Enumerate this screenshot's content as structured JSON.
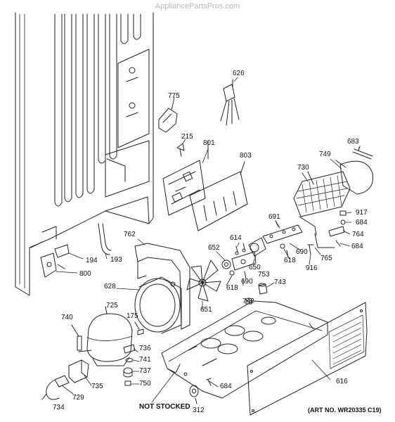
{
  "watermark": "AppliancePartsPros.com",
  "not_stocked": "NOT STOCKED",
  "art_number": "(ART NO. WR20335 C19)",
  "parts": [
    {
      "id": "p626",
      "text": "626"
    },
    {
      "id": "p775",
      "text": "775"
    },
    {
      "id": "p215",
      "text": "215"
    },
    {
      "id": "p801",
      "text": "801"
    },
    {
      "id": "p803",
      "text": "803"
    },
    {
      "id": "p683",
      "text": "683"
    },
    {
      "id": "p749",
      "text": "749"
    },
    {
      "id": "p730",
      "text": "730"
    },
    {
      "id": "p691",
      "text": "691"
    },
    {
      "id": "p917",
      "text": "917"
    },
    {
      "id": "p684a",
      "text": "684"
    },
    {
      "id": "p764",
      "text": "764"
    },
    {
      "id": "p684b",
      "text": "684"
    },
    {
      "id": "p614",
      "text": "614"
    },
    {
      "id": "p652",
      "text": "652"
    },
    {
      "id": "p762",
      "text": "762"
    },
    {
      "id": "p194",
      "text": "194"
    },
    {
      "id": "p193",
      "text": "193"
    },
    {
      "id": "p800",
      "text": "800"
    },
    {
      "id": "p618a",
      "text": "618"
    },
    {
      "id": "p690a",
      "text": "690"
    },
    {
      "id": "p650",
      "text": "650"
    },
    {
      "id": "p765",
      "text": "765"
    },
    {
      "id": "p916",
      "text": "916"
    },
    {
      "id": "p753",
      "text": "753"
    },
    {
      "id": "p618b",
      "text": "618"
    },
    {
      "id": "p690b",
      "text": "690"
    },
    {
      "id": "p628",
      "text": "628"
    },
    {
      "id": "p743",
      "text": "743"
    },
    {
      "id": "p742",
      "text": "742"
    },
    {
      "id": "p651",
      "text": "651"
    },
    {
      "id": "p725",
      "text": "725"
    },
    {
      "id": "p175",
      "text": "175"
    },
    {
      "id": "p740",
      "text": "740"
    },
    {
      "id": "p736",
      "text": "736"
    },
    {
      "id": "p741",
      "text": "741"
    },
    {
      "id": "p737",
      "text": "737"
    },
    {
      "id": "p750",
      "text": "750"
    },
    {
      "id": "p735",
      "text": "735"
    },
    {
      "id": "p729",
      "text": "729"
    },
    {
      "id": "p734",
      "text": "734"
    },
    {
      "id": "p684c",
      "text": "684"
    },
    {
      "id": "p312",
      "text": "312"
    },
    {
      "id": "p616",
      "text": "616"
    }
  ]
}
